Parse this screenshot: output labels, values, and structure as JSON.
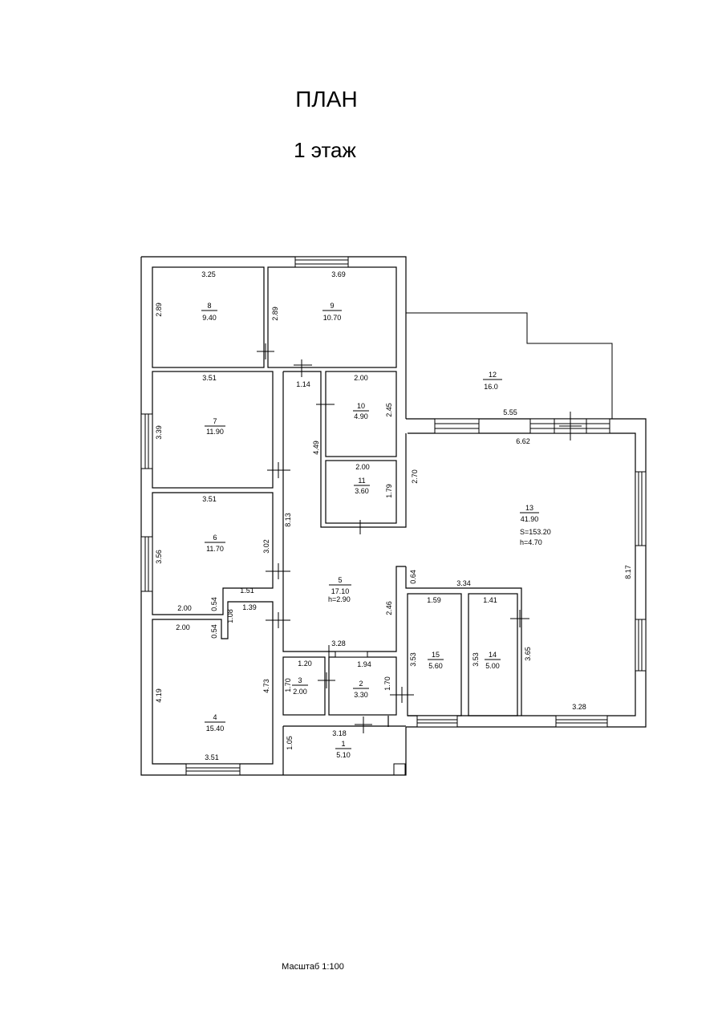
{
  "title": "ПЛАН",
  "subtitle": "1 этаж",
  "scale_label": "Масштаб 1:100",
  "rooms": [
    {
      "number": "1",
      "area": "5.10"
    },
    {
      "number": "2",
      "area": "3.30"
    },
    {
      "number": "3",
      "area": "2.00"
    },
    {
      "number": "4",
      "area": "15.40"
    },
    {
      "number": "5",
      "area": "17.10",
      "height": "h=2.90"
    },
    {
      "number": "6",
      "area": "11.70"
    },
    {
      "number": "7",
      "area": "11.90"
    },
    {
      "number": "8",
      "area": "9.40"
    },
    {
      "number": "9",
      "area": "10.70"
    },
    {
      "number": "10",
      "area": "4.90"
    },
    {
      "number": "11",
      "area": "3.60"
    },
    {
      "number": "12",
      "area": "16.0"
    },
    {
      "number": "13",
      "area": "41.90",
      "total": "S=153.20",
      "height": "h=4.70"
    },
    {
      "number": "14",
      "area": "5.00"
    },
    {
      "number": "15",
      "area": "5.60"
    }
  ],
  "dims": {
    "r8_top": "3.25",
    "r8_side": "2.89",
    "r9_top": "3.69",
    "r9_side": "2.89",
    "r7_top": "3.51",
    "r7_side": "3.39",
    "r6_top": "3.51",
    "r6_side": "3.56",
    "r6_right": "3.02",
    "r6_bottom": "1.51",
    "r6_left_bottom": "2.00",
    "r6_step": "0.54",
    "r4_top": "2.00",
    "r4_step": "0.54",
    "r4_step_h": "1.08",
    "r4_top_right": "1.39",
    "r4_side": "4.19",
    "r4_right": "4.73",
    "r4_bottom": "3.51",
    "r5_door_w": "1.14",
    "r5_side": "4.49",
    "r5_long": "8.13",
    "r5_bottom": "3.28",
    "r5_right": "2.46",
    "r5_notch": "0.64",
    "r10_top": "2.00",
    "r10_side": "2.45",
    "r11_top": "2.00",
    "r11_side": "1.79",
    "r12_bottom": "5.55",
    "r13_top": "6.62",
    "r13_left": "2.70",
    "r13_right": "8.17",
    "r13_mid": "3.34",
    "r13_inner": "3.65",
    "r13_bottom": "3.28",
    "r15_top": "1.59",
    "r15_side": "3.53",
    "r14_top": "1.41",
    "r14_side": "3.53",
    "r3_top": "1.20",
    "r3_side": "1.70",
    "r2_top": "1.94",
    "r2_side": "1.70",
    "r1_top": "3.18",
    "r1_side": "1.05"
  }
}
